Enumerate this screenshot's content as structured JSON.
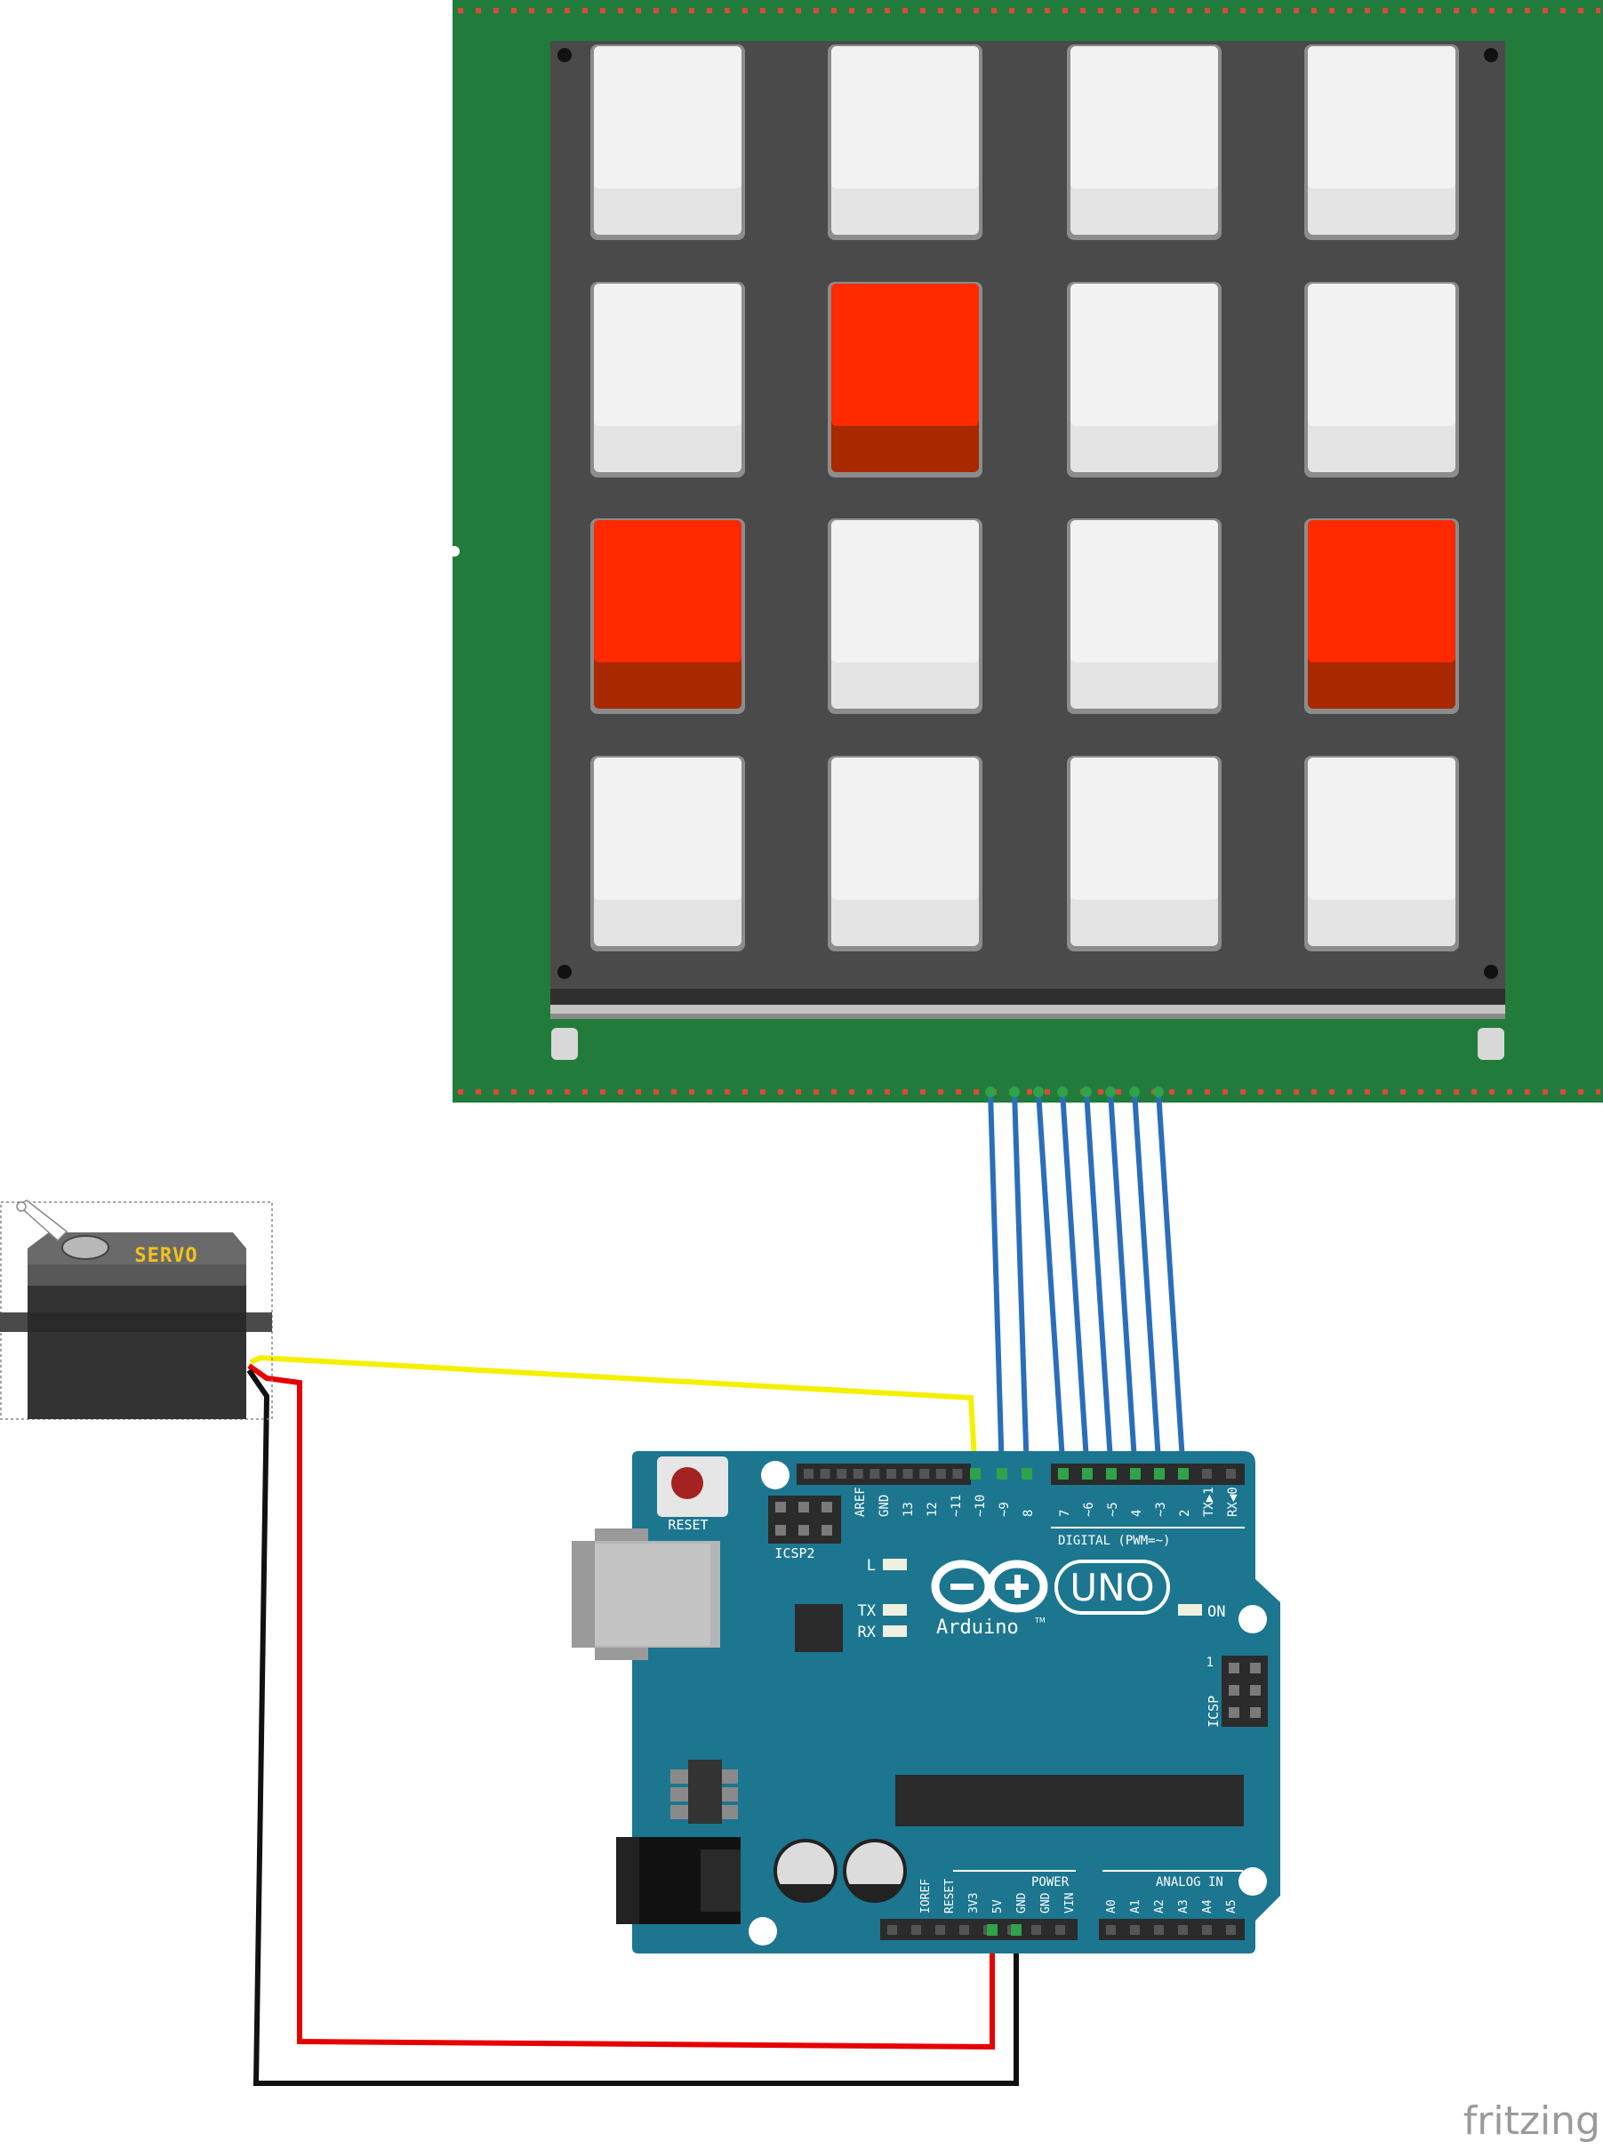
{
  "keypad": {
    "buttons": [
      {
        "row": 1,
        "col": 1,
        "state": "off"
      },
      {
        "row": 1,
        "col": 2,
        "state": "off"
      },
      {
        "row": 1,
        "col": 3,
        "state": "off"
      },
      {
        "row": 1,
        "col": 4,
        "state": "off"
      },
      {
        "row": 2,
        "col": 1,
        "state": "off"
      },
      {
        "row": 2,
        "col": 2,
        "state": "pressed"
      },
      {
        "row": 2,
        "col": 3,
        "state": "off"
      },
      {
        "row": 2,
        "col": 4,
        "state": "off"
      },
      {
        "row": 3,
        "col": 1,
        "state": "pressed"
      },
      {
        "row": 3,
        "col": 2,
        "state": "off"
      },
      {
        "row": 3,
        "col": 3,
        "state": "off"
      },
      {
        "row": 3,
        "col": 4,
        "state": "pressed"
      },
      {
        "row": 4,
        "col": 1,
        "state": "off"
      },
      {
        "row": 4,
        "col": 2,
        "state": "off"
      },
      {
        "row": 4,
        "col": 3,
        "state": "off"
      },
      {
        "row": 4,
        "col": 4,
        "state": "off"
      }
    ]
  },
  "servo": {
    "label": "SERVO"
  },
  "arduino": {
    "reset_label": "RESET",
    "icsp2_label": "ICSP2",
    "icsp_label": "ICSP",
    "icsp_pin1": "1",
    "logo_text": "Arduino",
    "tm": "TM",
    "model": "UNO",
    "led_l": "L",
    "led_tx": "TX",
    "led_rx": "RX",
    "led_on": "ON",
    "digital_label": "DIGITAL (PWM=~)",
    "power_label": "POWER",
    "analog_label": "ANALOG IN",
    "top_pins": [
      "AREF",
      "GND",
      "13",
      "12",
      "~11",
      "~10",
      "~9",
      "8",
      "7",
      "~6",
      "~5",
      "4",
      "~3",
      "2",
      "TX▶1",
      "RX◀0"
    ],
    "power_pins": [
      "IOREF",
      "RESET",
      "3V3",
      "5V",
      "GND",
      "GND",
      "VIN"
    ],
    "analog_pins": [
      "A0",
      "A1",
      "A2",
      "A3",
      "A4",
      "A5"
    ]
  },
  "wires": [
    {
      "from": "keypad",
      "to": "D9",
      "color": "#2a6ebb"
    },
    {
      "from": "keypad",
      "to": "D8",
      "color": "#2a6ebb"
    },
    {
      "from": "keypad",
      "to": "D7",
      "color": "#2a6ebb"
    },
    {
      "from": "keypad",
      "to": "D6",
      "color": "#2a6ebb"
    },
    {
      "from": "keypad",
      "to": "D5",
      "color": "#2a6ebb"
    },
    {
      "from": "keypad",
      "to": "D4",
      "color": "#2a6ebb"
    },
    {
      "from": "keypad",
      "to": "D3",
      "color": "#2a6ebb"
    },
    {
      "from": "keypad",
      "to": "D2",
      "color": "#2a6ebb"
    },
    {
      "from": "servo signal",
      "to": "D10",
      "color": "#f5f000"
    },
    {
      "from": "servo power",
      "to": "5V",
      "color": "#e60000"
    },
    {
      "from": "servo ground",
      "to": "GND",
      "color": "#111111"
    }
  ],
  "watermark": "fritzing",
  "colors": {
    "pcb_green": "#217c3b",
    "keypad_body": "#4a4a4a",
    "key_white": "#f2f2f2",
    "key_red": "#ff2a00",
    "uno_blue": "#1c7690"
  }
}
